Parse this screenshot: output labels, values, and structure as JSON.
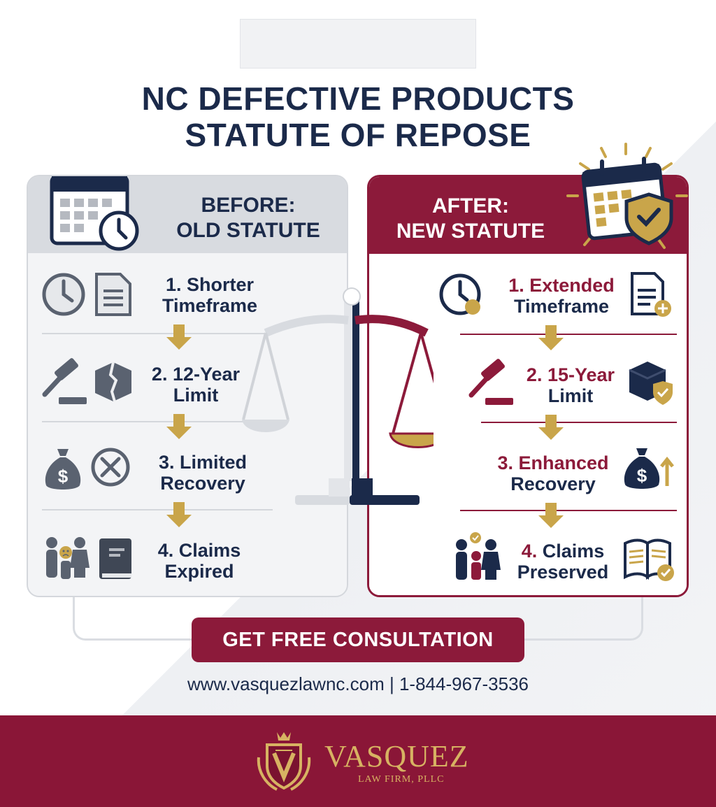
{
  "title": {
    "line1": "NC DEFECTIVE PRODUCTS",
    "line2": "STATUTE OF REPOSE"
  },
  "before": {
    "heading_line1": "BEFORE:",
    "heading_line2": "OLD STATUTE",
    "items": [
      {
        "num": "1.",
        "line1": "Shorter",
        "line2": "Timeframe",
        "icons": [
          "clock-icon",
          "document-icon"
        ]
      },
      {
        "num": "2.",
        "line1": "12-Year",
        "line2": "Limit",
        "icons": [
          "gavel-icon",
          "broken-box-icon"
        ]
      },
      {
        "num": "3.",
        "line1": "Limited",
        "line2": "Recovery",
        "icons": [
          "money-bag-icon",
          "x-circle-icon"
        ]
      },
      {
        "num": "4.",
        "line1": "Claims",
        "line2": "Expired",
        "icons": [
          "sad-family-icon",
          "closed-book-icon"
        ]
      }
    ]
  },
  "after": {
    "heading_line1": "AFTER:",
    "heading_line2": "NEW STATUTE",
    "items": [
      {
        "num": "1.",
        "line1": "Extended",
        "line2": "Timeframe",
        "icons": [
          "clock-icon",
          "document-plus-icon"
        ]
      },
      {
        "num": "2.",
        "line1": "15-Year",
        "line2": "Limit",
        "icons": [
          "gavel-icon",
          "shield-box-icon"
        ]
      },
      {
        "num": "3.",
        "line1": "Enhanced",
        "line2": "Recovery",
        "icons": [
          "money-bag-up-icon"
        ]
      },
      {
        "num": "4.",
        "line1": "Claims",
        "line2": "Preserved",
        "icons": [
          "happy-family-icon",
          "open-book-check-icon"
        ]
      }
    ]
  },
  "cta": {
    "label": "GET FREE CONSULTATION"
  },
  "contact": {
    "text": "www.vasquezlawnc.com | 1-844-967-3536"
  },
  "footer": {
    "brand": "VASQUEZ",
    "brand_sub": "LAW FIRM, PLLC"
  },
  "colors": {
    "navy": "#1b2a4a",
    "maroon": "#8c1a3a",
    "gold": "#c9a54a",
    "gray": "#d8dbe0"
  }
}
